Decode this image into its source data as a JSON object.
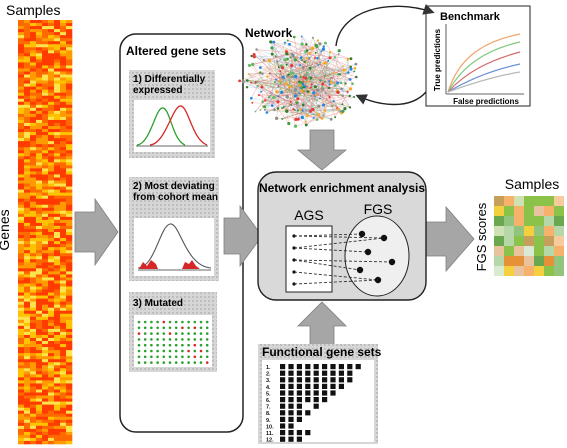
{
  "samples_left": "Samples",
  "genes_label": "Genes",
  "network_label": "Network",
  "benchmark": {
    "title": "Benchmark",
    "ylabel": "True predictions",
    "xlabel": "False predictions"
  },
  "altered": {
    "title": "Altered gene sets",
    "items": [
      {
        "label": "1) Differentially expressed"
      },
      {
        "label": "2) Most deviating from cohort mean"
      },
      {
        "label": "3) Mutated"
      }
    ]
  },
  "nea": {
    "title": "Network enrichment analysis",
    "ags": "AGS",
    "fgs": "FGS"
  },
  "fgs": {
    "title": "Functional gene sets",
    "rows": [
      "1.",
      "2.",
      "3.",
      "4.",
      "5.",
      "6.",
      "7.",
      "8.",
      "9.",
      "10.",
      "11.",
      "12."
    ]
  },
  "output": {
    "samples": "Samples",
    "scores": "FGS scores"
  },
  "colors": {
    "heat_red": "#ff3b00",
    "heat_yellow": "#ffd400",
    "panel_gray": "#d9d9d9",
    "arrow_gray": "#a6a6a6",
    "green": "#2ca02c",
    "red": "#d62728"
  }
}
